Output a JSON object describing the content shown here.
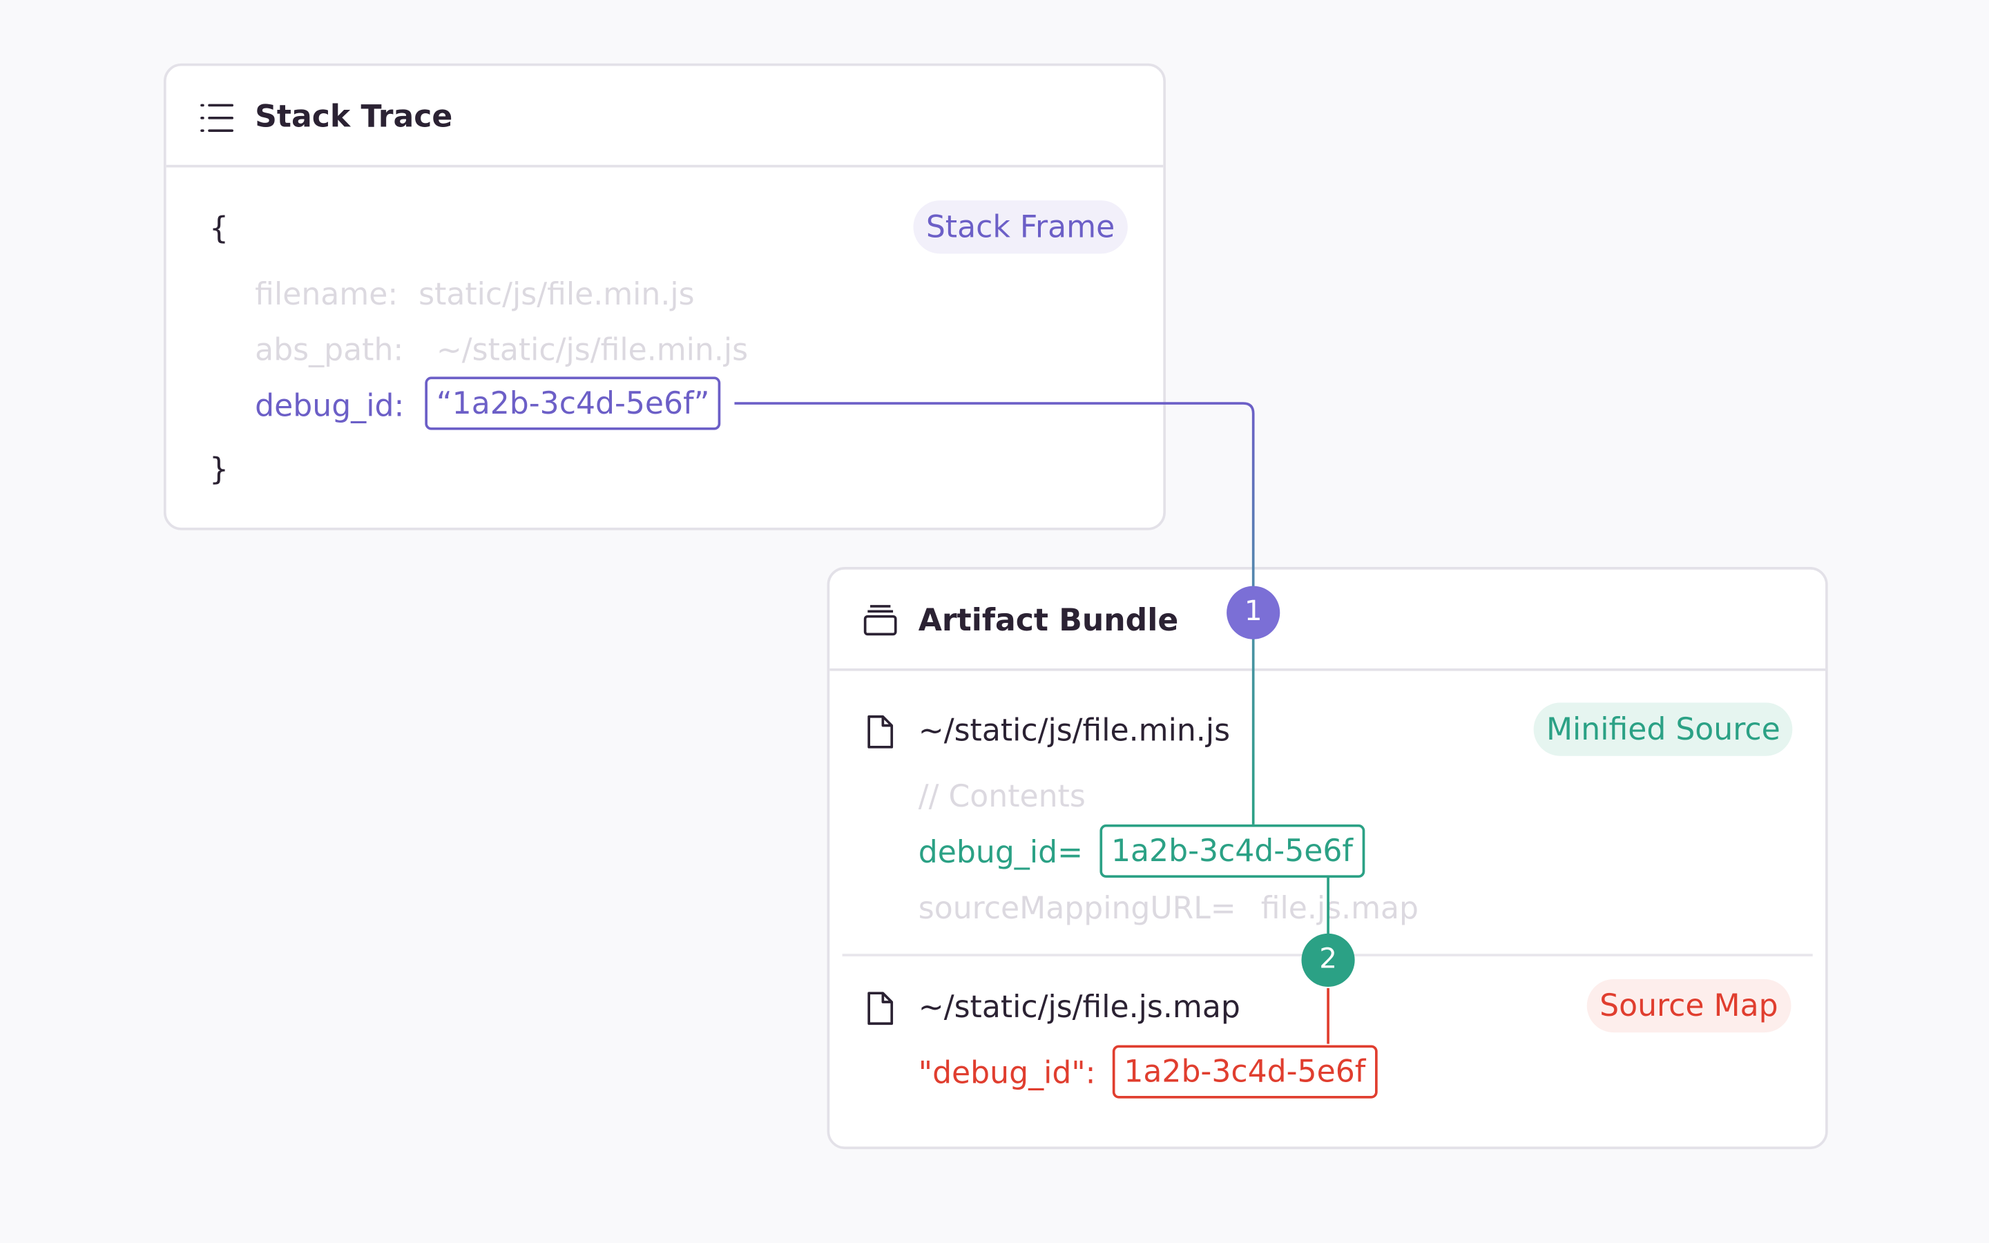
{
  "stack_trace": {
    "title": "Stack Trace",
    "icon": "list-icon",
    "tag": "Stack Frame",
    "open_brace": "{",
    "close_brace": "}",
    "fields": {
      "filename_key": "filename:",
      "filename_value": "static/js/file.min.js",
      "abs_path_key": "abs_path:",
      "abs_path_value": "~/static/js/file.min.js",
      "debug_id_key": "debug_id:",
      "debug_id_value": "“1a2b-3c4d-5e6f”"
    }
  },
  "artifact_bundle": {
    "title": "Artifact Bundle",
    "icon": "archive-icon",
    "minified": {
      "path": "~/static/js/file.min.js",
      "tag": "Minified Source",
      "comment": "// Contents",
      "debug_id_key": "debug_id=",
      "debug_id_value": "1a2b-3c4d-5e6f",
      "source_mapping_key": "sourceMappingURL=",
      "source_mapping_value": "file.js.map"
    },
    "source_map": {
      "path": "~/static/js/file.js.map",
      "tag": "Source Map",
      "debug_id_key": "\"debug_id\":",
      "debug_id_value": "1a2b-3c4d-5e6f"
    }
  },
  "steps": {
    "step1": "1",
    "step2": "2"
  },
  "colors": {
    "purple": "#6c5fc7",
    "green": "#2ba185",
    "red": "#e03e2f",
    "border": "#e3e1e8",
    "faded_text": "#dcd9e0"
  }
}
